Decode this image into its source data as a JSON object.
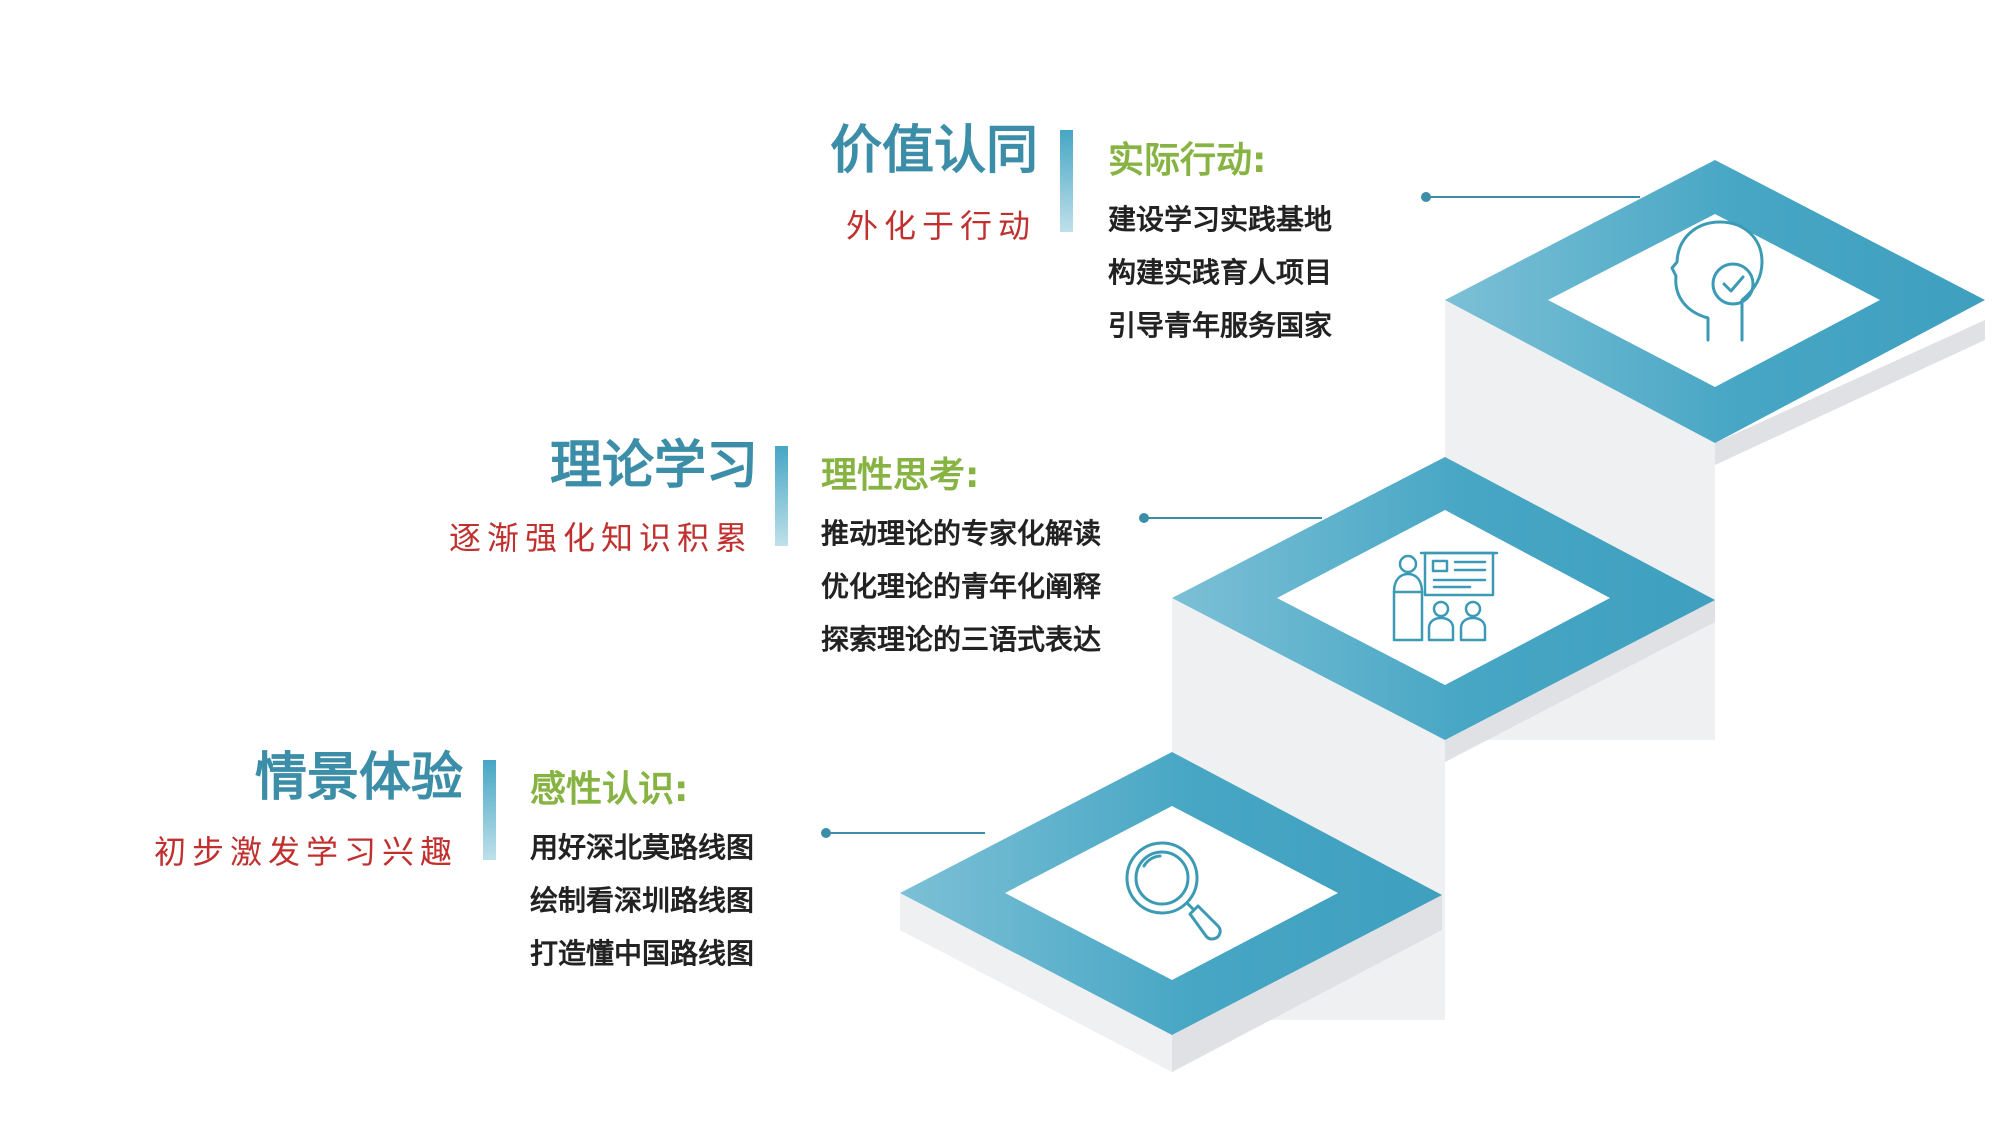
{
  "colors": {
    "title": "#3c8ea8",
    "subtitle": "#c0302e",
    "section_head": "#86b342",
    "bullet_text": "#222222",
    "tile_teal": "#46a6c4",
    "tile_teal_light": "#7cc0d6",
    "riser_light": "#eff0f2",
    "riser_dark": "#dfe1e4",
    "icon_stroke": "#3c9ab5"
  },
  "steps": [
    {
      "title": "价值认同",
      "subtitle": "外化于行动",
      "heading": "实际行动:",
      "items": [
        "建设学习实践基地",
        "构建实践育人项目",
        "引导青年服务国家"
      ],
      "icon": "head-check-icon"
    },
    {
      "title": "理论学习",
      "subtitle": "逐渐强化知识积累",
      "heading": "理性思考:",
      "items": [
        "推动理论的专家化解读",
        "优化理论的青年化阐释",
        "探索理论的三语式表达"
      ],
      "icon": "lecture-icon"
    },
    {
      "title": "情景体验",
      "subtitle": "初步激发学习兴趣",
      "heading": "感性认识:",
      "items": [
        "用好深北莫路线图",
        "绘制看深圳路线图",
        "打造懂中国路线图"
      ],
      "icon": "magnifier-icon"
    }
  ]
}
